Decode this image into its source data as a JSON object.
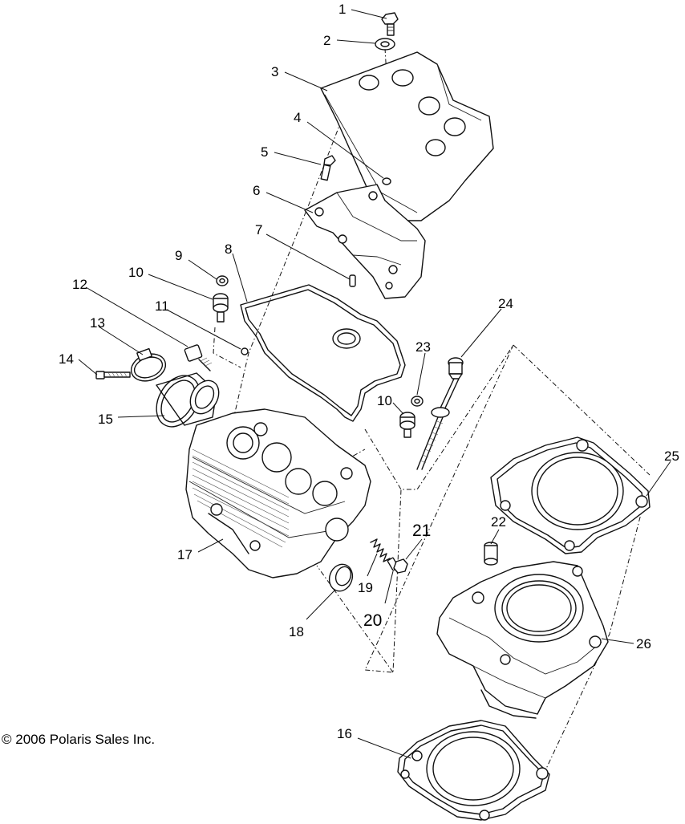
{
  "copyright": "© 2006 Polaris Sales Inc.",
  "callouts": [
    "1",
    "2",
    "3",
    "4",
    "5",
    "6",
    "7",
    "8",
    "9",
    "10",
    "11",
    "12",
    "13",
    "14",
    "15",
    "17",
    "10",
    "23",
    "24",
    "25",
    "22",
    "21",
    "19",
    "20",
    "18",
    "26",
    "16"
  ]
}
